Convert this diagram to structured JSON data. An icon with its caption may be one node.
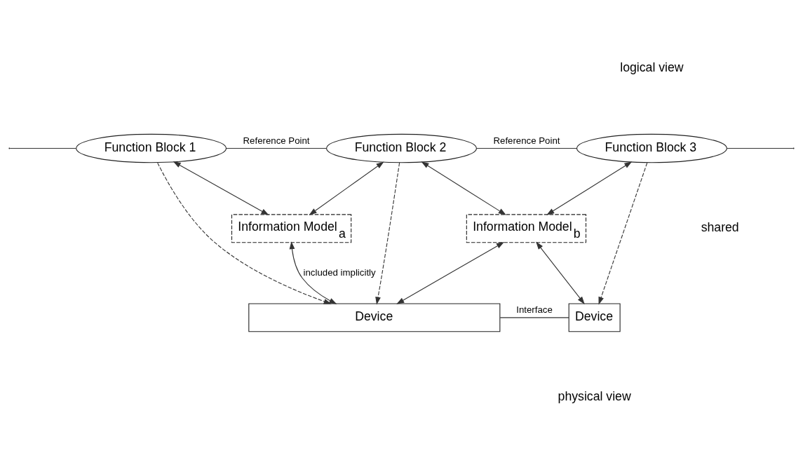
{
  "diagram": {
    "nodes": [
      {
        "text": [
          "Function Block 1"
        ]
      },
      {
        "text": [
          "Function Block 2"
        ]
      },
      {
        "text": [
          "Function Block 3"
        ]
      },
      {
        "text": [
          "Information Model$_{a}$"
        ]
      },
      {
        "text": [
          "Information Model$_{b}$"
        ]
      },
      {
        "text": [
          "Device"
        ]
      },
      {
        "text": [
          "Device"
        ]
      }
    ],
    "edges": [
      {
        "from": null,
        "to": 0,
        "arrow": "none"
      },
      {
        "from": 0,
        "to": 1,
        "arrow": "none",
        "label": "Reference Point"
      },
      {
        "from": 1,
        "to": 2,
        "arrow": "none",
        "label": "Reference Point"
      },
      {
        "from": 2,
        "to": null,
        "arrow": "none"
      },
      {
        "from": 0,
        "to": 5,
        "arrow": "to",
        "style": "dashed"
      },
      {
        "from": 0,
        "to": 3,
        "arrow": "both"
      },
      {
        "from": 1,
        "to": 3,
        "arrow": "both"
      },
      {
        "from": 1,
        "to": 5,
        "arrow": "to",
        "style": "dashed"
      },
      {
        "from": 1,
        "to": 4,
        "arrow": "both"
      },
      {
        "from": 2,
        "to": 4,
        "arrow": "both"
      },
      {
        "from": 2,
        "to": 6,
        "arrow": "to",
        "style": "dashed"
      },
      {
        "from": 3,
        "to": 5,
        "arrow": "both",
        "label": "included implicitly"
      },
      {
        "from": 4,
        "to": 5,
        "arrow": "both"
      },
      {
        "from": 4,
        "to": 6,
        "arrow": "both"
      },
      {
        "from": 5,
        "to": 6,
        "arrow": "none",
        "label": "Interface"
      }
    ],
    "labels": [
      "logical view",
      "shared",
      "physical view"
    ]
  }
}
